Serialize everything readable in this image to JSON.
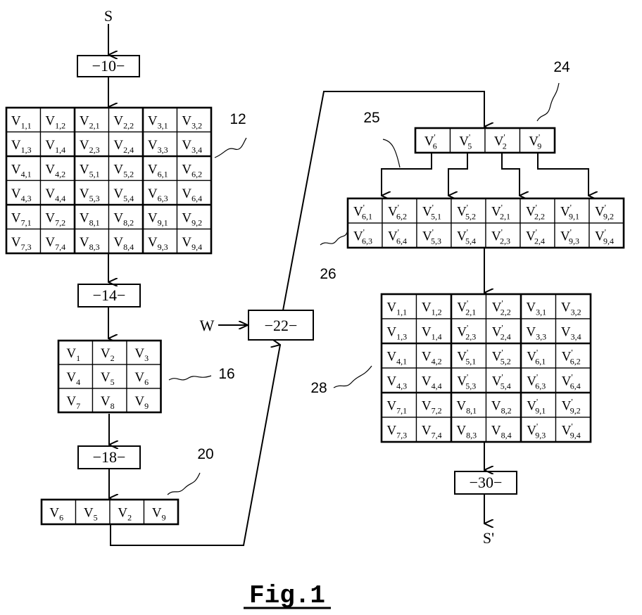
{
  "signals": {
    "input": "S",
    "output": "S'",
    "watermark": "W"
  },
  "steps": {
    "s10": "−10−",
    "s14": "−14−",
    "s18": "−18−",
    "s22": "−22−",
    "s30": "−30−"
  },
  "refs": {
    "r12": "12",
    "r16": "16",
    "r20": "20",
    "r24": "24",
    "r25": "25",
    "r26": "26",
    "r28": "28"
  },
  "figure_label": "Fig.1",
  "grid12": [
    [
      {
        "b": "V",
        "s": "1,1",
        "p": false
      },
      {
        "b": "V",
        "s": "1,2",
        "p": false
      },
      {
        "b": "V",
        "s": "2,1",
        "p": false
      },
      {
        "b": "V",
        "s": "2,2",
        "p": false
      },
      {
        "b": "V",
        "s": "3,1",
        "p": false
      },
      {
        "b": "V",
        "s": "3,2",
        "p": false
      }
    ],
    [
      {
        "b": "V",
        "s": "1,3",
        "p": false
      },
      {
        "b": "V",
        "s": "1,4",
        "p": false
      },
      {
        "b": "V",
        "s": "2,3",
        "p": false
      },
      {
        "b": "V",
        "s": "2,4",
        "p": false
      },
      {
        "b": "V",
        "s": "3,3",
        "p": false
      },
      {
        "b": "V",
        "s": "3,4",
        "p": false
      }
    ],
    [
      {
        "b": "V",
        "s": "4,1",
        "p": false
      },
      {
        "b": "V",
        "s": "4,2",
        "p": false
      },
      {
        "b": "V",
        "s": "5,1",
        "p": false
      },
      {
        "b": "V",
        "s": "5,2",
        "p": false
      },
      {
        "b": "V",
        "s": "6,1",
        "p": false
      },
      {
        "b": "V",
        "s": "6,2",
        "p": false
      }
    ],
    [
      {
        "b": "V",
        "s": "4,3",
        "p": false
      },
      {
        "b": "V",
        "s": "4,4",
        "p": false
      },
      {
        "b": "V",
        "s": "5,3",
        "p": false
      },
      {
        "b": "V",
        "s": "5,4",
        "p": false
      },
      {
        "b": "V",
        "s": "6,3",
        "p": false
      },
      {
        "b": "V",
        "s": "6,4",
        "p": false
      }
    ],
    [
      {
        "b": "V",
        "s": "7,1",
        "p": false
      },
      {
        "b": "V",
        "s": "7,2",
        "p": false
      },
      {
        "b": "V",
        "s": "8,1",
        "p": false
      },
      {
        "b": "V",
        "s": "8,2",
        "p": false
      },
      {
        "b": "V",
        "s": "9,1",
        "p": false
      },
      {
        "b": "V",
        "s": "9,2",
        "p": false
      }
    ],
    [
      {
        "b": "V",
        "s": "7,3",
        "p": false
      },
      {
        "b": "V",
        "s": "7,4",
        "p": false
      },
      {
        "b": "V",
        "s": "8,3",
        "p": false
      },
      {
        "b": "V",
        "s": "8,4",
        "p": false
      },
      {
        "b": "V",
        "s": "9,3",
        "p": false
      },
      {
        "b": "V",
        "s": "9,4",
        "p": false
      }
    ]
  ],
  "grid16": [
    [
      {
        "b": "V",
        "s": "1",
        "p": false
      },
      {
        "b": "V",
        "s": "2",
        "p": false
      },
      {
        "b": "V",
        "s": "3",
        "p": false
      }
    ],
    [
      {
        "b": "V",
        "s": "4",
        "p": false
      },
      {
        "b": "V",
        "s": "5",
        "p": false
      },
      {
        "b": "V",
        "s": "6",
        "p": false
      }
    ],
    [
      {
        "b": "V",
        "s": "7",
        "p": false
      },
      {
        "b": "V",
        "s": "8",
        "p": false
      },
      {
        "b": "V",
        "s": "9",
        "p": false
      }
    ]
  ],
  "row20": [
    [
      {
        "b": "V",
        "s": "6",
        "p": false
      },
      {
        "b": "V",
        "s": "5",
        "p": false
      },
      {
        "b": "V",
        "s": "2",
        "p": false
      },
      {
        "b": "V",
        "s": "9",
        "p": false
      }
    ]
  ],
  "row24": [
    [
      {
        "b": "V",
        "s": "6",
        "p": true
      },
      {
        "b": "V",
        "s": "5",
        "p": true
      },
      {
        "b": "V",
        "s": "2",
        "p": true
      },
      {
        "b": "V",
        "s": "9",
        "p": true
      }
    ]
  ],
  "grid26": [
    [
      {
        "b": "V",
        "s": "6,1",
        "p": true
      },
      {
        "b": "V",
        "s": "6,2",
        "p": true
      },
      {
        "b": "V",
        "s": "5,1",
        "p": true
      },
      {
        "b": "V",
        "s": "5,2",
        "p": true
      },
      {
        "b": "V",
        "s": "2,1",
        "p": true
      },
      {
        "b": "V",
        "s": "2,2",
        "p": true
      },
      {
        "b": "V",
        "s": "9,1",
        "p": true
      },
      {
        "b": "V",
        "s": "9,2",
        "p": true
      }
    ],
    [
      {
        "b": "V",
        "s": "6,3",
        "p": true
      },
      {
        "b": "V",
        "s": "6,4",
        "p": true
      },
      {
        "b": "V",
        "s": "5,3",
        "p": true
      },
      {
        "b": "V",
        "s": "5,4",
        "p": true
      },
      {
        "b": "V",
        "s": "2,3",
        "p": true
      },
      {
        "b": "V",
        "s": "2,4",
        "p": true
      },
      {
        "b": "V",
        "s": "9,3",
        "p": true
      },
      {
        "b": "V",
        "s": "9,4",
        "p": true
      }
    ]
  ],
  "grid28": [
    [
      {
        "b": "V",
        "s": "1,1",
        "p": false
      },
      {
        "b": "V",
        "s": "1,2",
        "p": false
      },
      {
        "b": "V",
        "s": "2,1",
        "p": true
      },
      {
        "b": "V",
        "s": "2,2",
        "p": true
      },
      {
        "b": "V",
        "s": "3,1",
        "p": false
      },
      {
        "b": "V",
        "s": "3,2",
        "p": false
      }
    ],
    [
      {
        "b": "V",
        "s": "1,3",
        "p": false
      },
      {
        "b": "V",
        "s": "1,4",
        "p": false
      },
      {
        "b": "V",
        "s": "2,3",
        "p": true
      },
      {
        "b": "V",
        "s": "2,4",
        "p": true
      },
      {
        "b": "V",
        "s": "3,3",
        "p": false
      },
      {
        "b": "V",
        "s": "3,4",
        "p": false
      }
    ],
    [
      {
        "b": "V",
        "s": "4,1",
        "p": false
      },
      {
        "b": "V",
        "s": "4,2",
        "p": false
      },
      {
        "b": "V",
        "s": "5,1",
        "p": true
      },
      {
        "b": "V",
        "s": "5,2",
        "p": true
      },
      {
        "b": "V",
        "s": "6,1",
        "p": true
      },
      {
        "b": "V",
        "s": "6,2",
        "p": true
      }
    ],
    [
      {
        "b": "V",
        "s": "4,3",
        "p": false
      },
      {
        "b": "V",
        "s": "4,4",
        "p": false
      },
      {
        "b": "V",
        "s": "5,3",
        "p": true
      },
      {
        "b": "V",
        "s": "5,4",
        "p": true
      },
      {
        "b": "V",
        "s": "6,3",
        "p": true
      },
      {
        "b": "V",
        "s": "6,4",
        "p": true
      }
    ],
    [
      {
        "b": "V",
        "s": "7,1",
        "p": false
      },
      {
        "b": "V",
        "s": "7,2",
        "p": false
      },
      {
        "b": "V",
        "s": "8,1",
        "p": false
      },
      {
        "b": "V",
        "s": "8,2",
        "p": false
      },
      {
        "b": "V",
        "s": "9,1",
        "p": true
      },
      {
        "b": "V",
        "s": "9,2",
        "p": true
      }
    ],
    [
      {
        "b": "V",
        "s": "7,3",
        "p": false
      },
      {
        "b": "V",
        "s": "7,4",
        "p": false
      },
      {
        "b": "V",
        "s": "8,3",
        "p": false
      },
      {
        "b": "V",
        "s": "8,4",
        "p": false
      },
      {
        "b": "V",
        "s": "9,3",
        "p": true
      },
      {
        "b": "V",
        "s": "9,4",
        "p": true
      }
    ]
  ]
}
